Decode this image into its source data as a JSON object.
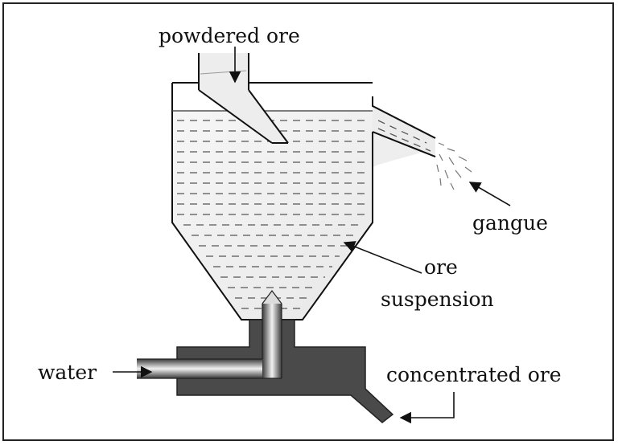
{
  "labels": {
    "powdered_ore": "powdered ore",
    "gangue": "gangue",
    "ore_line1": "ore",
    "ore_line2": "suspension",
    "water": "water",
    "concentrated_ore": "concentrated ore"
  }
}
